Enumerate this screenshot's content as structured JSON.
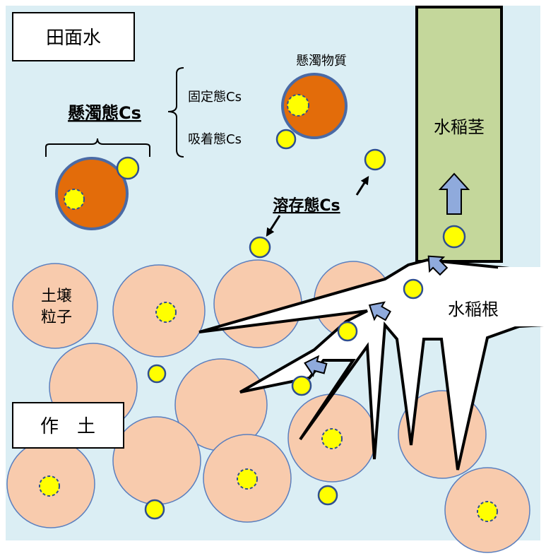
{
  "labels": {
    "paddy_water": "田面水",
    "suspended_cs": "懸濁態Cs",
    "fixed_cs": "固定態Cs",
    "adsorbed_cs": "吸着態Cs",
    "suspended_matter": "懸濁物質",
    "dissolved_cs": "溶存態Cs",
    "rice_stem": "水稲茎",
    "rice_root": "水稲根",
    "soil_particle_line1": "土壌",
    "soil_particle_line2": "粒子",
    "plow_layer": "作　土"
  },
  "colors": {
    "water": "#dbeef4",
    "soil_particle": "#f8cbad",
    "particle_border": "#5b7fbe",
    "suspended_matter": "#e36c0a",
    "suspended_border": "#4a6aa5",
    "cs_fill": "#ffff00",
    "cs_border": "#2f4f8f",
    "stem": "#c4d79b",
    "arrow": "#8faadc"
  },
  "icons": {
    "cs_particle": "yellow-circle",
    "uptake_arrow": "blue-block-arrow",
    "pointer_arrow": "black-arrow"
  }
}
